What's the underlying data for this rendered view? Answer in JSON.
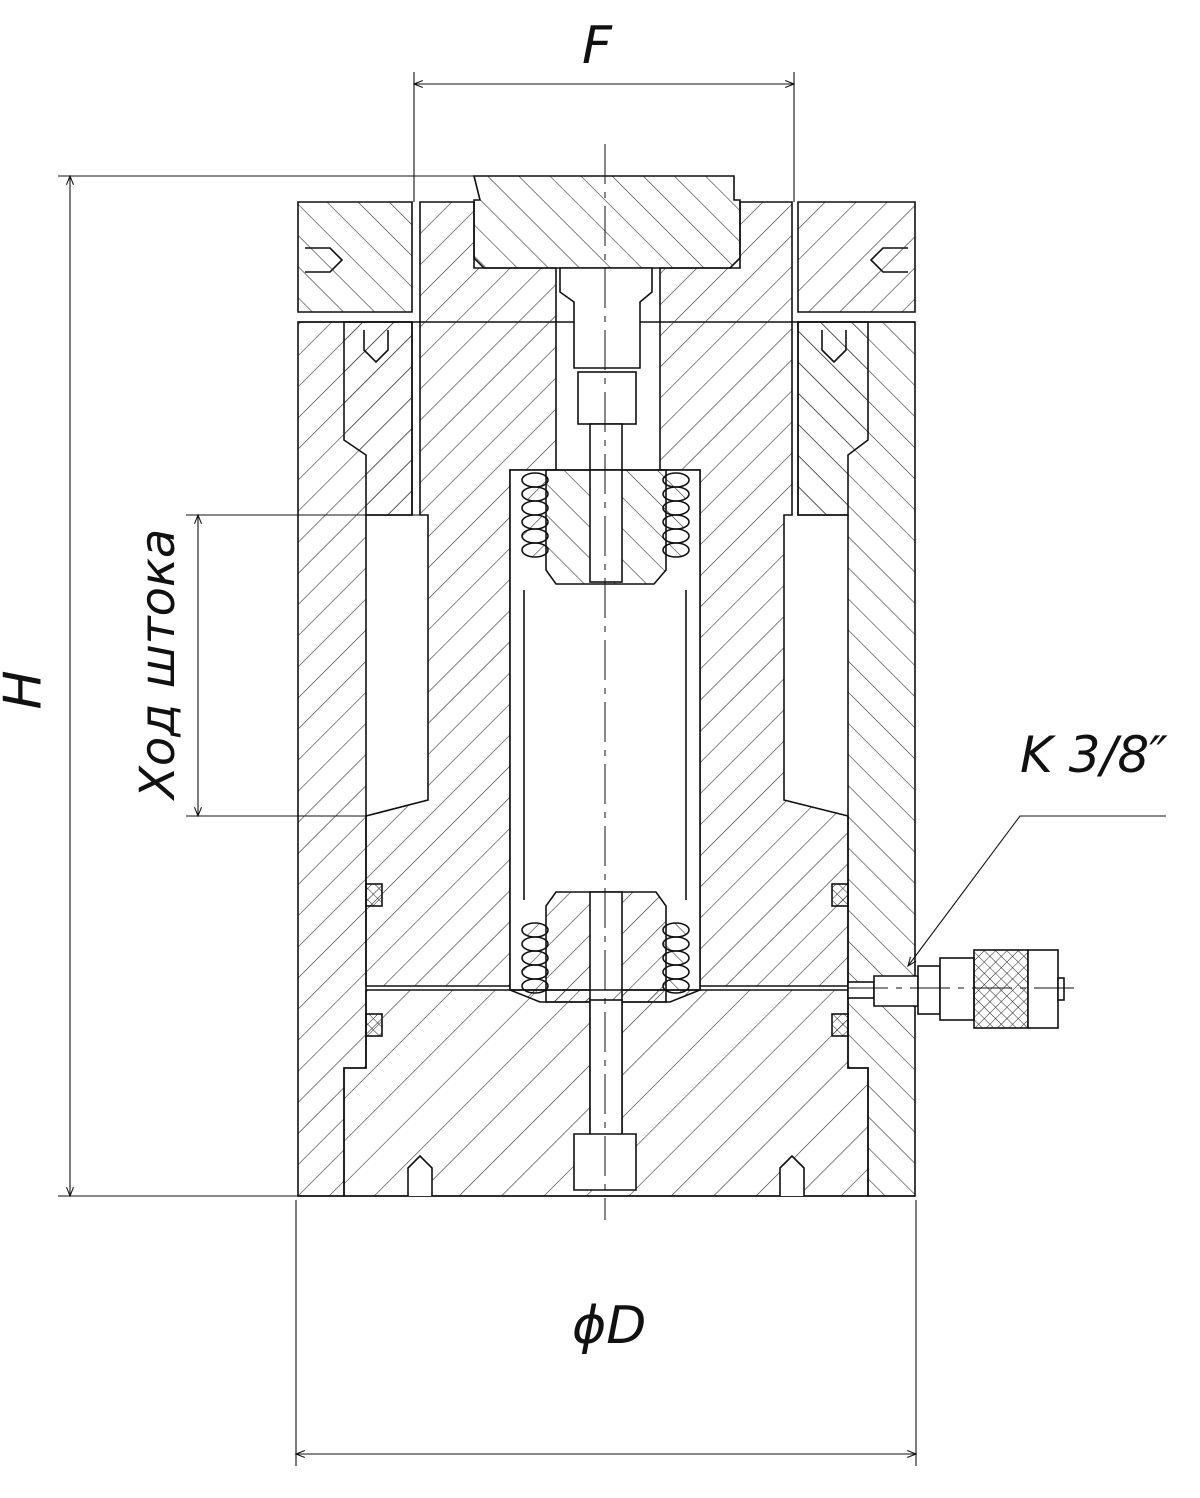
{
  "dimensions": {
    "width_label": "F",
    "diameter_label": "ϕD",
    "height_label": "H",
    "stroke_label": "Ход штока",
    "port_label": "K 3/8″"
  },
  "colors": {
    "line": "#111111",
    "hatch": "#333333",
    "background": "#ffffff"
  }
}
